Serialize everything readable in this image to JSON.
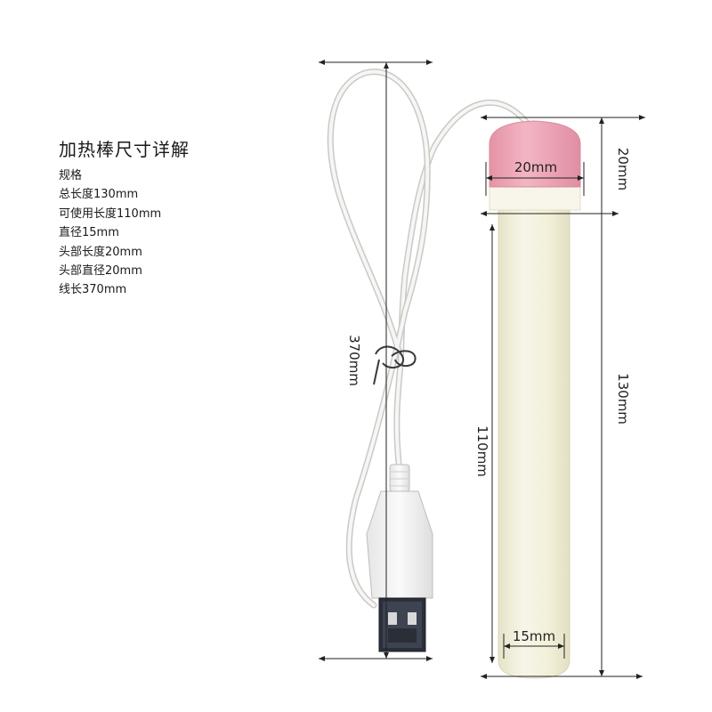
{
  "spec": {
    "title": "加热棒尺寸详解",
    "lines": [
      "规格",
      "总长度130mm",
      "可使用长度110mm",
      "直径15mm",
      "头部长度20mm",
      "头部直径20mm",
      "线长370mm"
    ]
  },
  "dimensions": {
    "cable_length": "370mm",
    "head_length": "20mm",
    "head_diameter": "20mm",
    "total_length": "130mm",
    "usable_length": "110mm",
    "rod_diameter": "15mm"
  },
  "colors": {
    "head": "#eea6b7",
    "collar": "#f6f4e6",
    "rod": "#f3f0da",
    "cable": "#f4f4f2",
    "dimension_line": "#222222"
  }
}
